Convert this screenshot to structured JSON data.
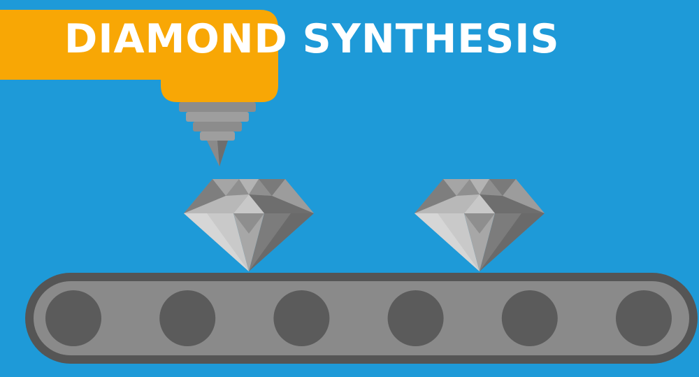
{
  "title": "DIAMOND SYNTHESIS",
  "colors": {
    "background": "#1E9AD8",
    "machine_arm": "#F8A705",
    "nozzle_light": "#9A9A9A",
    "nozzle_dark": "#7B7B7B",
    "belt_outer": "#555555",
    "belt_inner": "#8A8A8A",
    "roller": "#5B5B5B",
    "title_text": "#FFFFFF"
  },
  "scene": {
    "diamond_count": 2,
    "roller_count": 6,
    "icons": [
      "machine-arm-icon",
      "nozzle-icon",
      "diamond-icon",
      "conveyor-belt-icon",
      "roller-icon"
    ]
  }
}
